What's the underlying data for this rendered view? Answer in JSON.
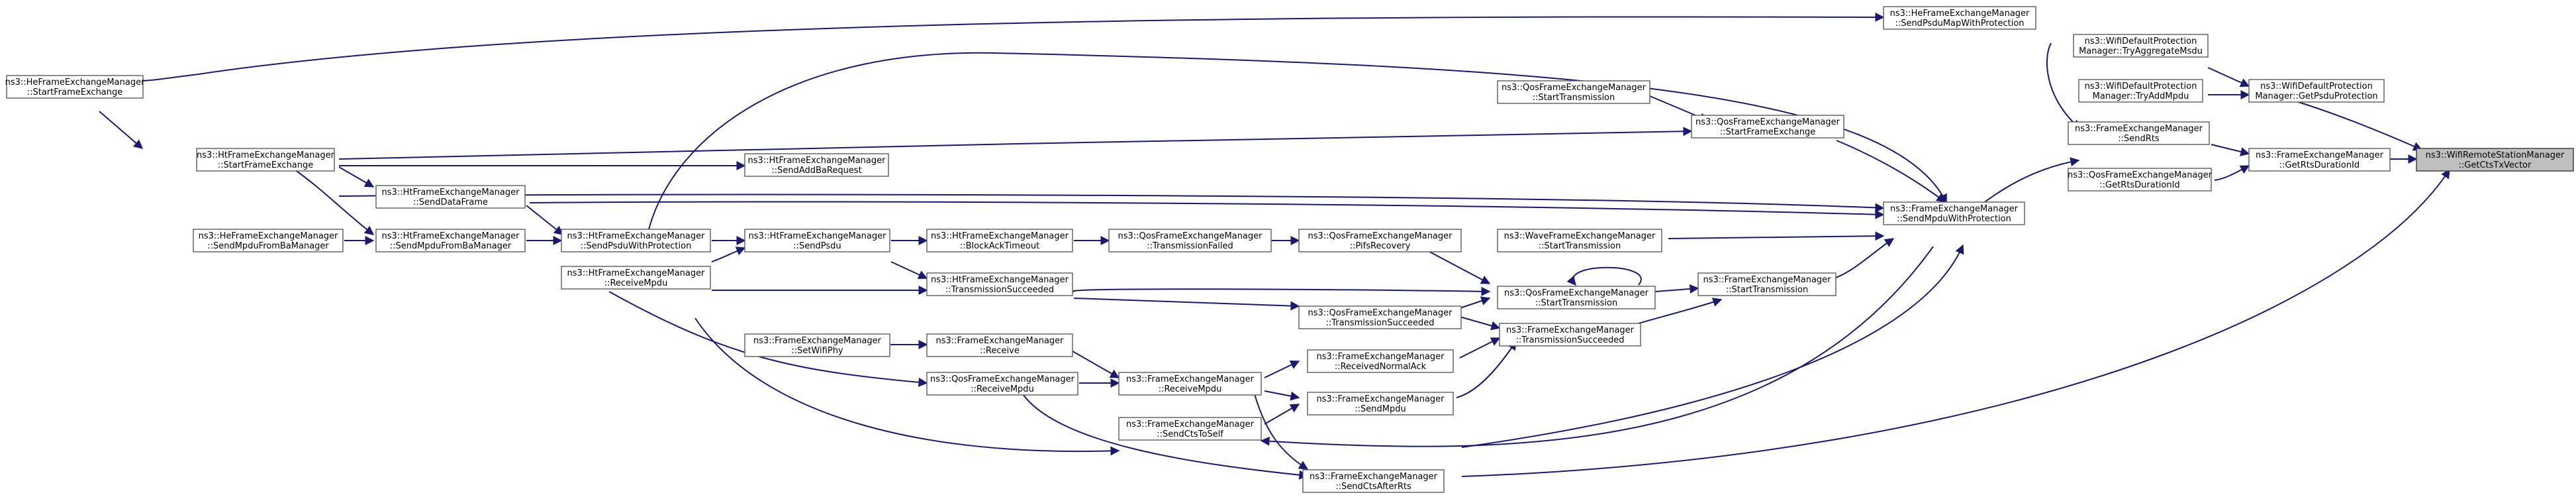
{
  "colors": {
    "edge": "#191970",
    "root_fill": "#bfbfbf",
    "node_fill": "#ffffff",
    "node_border": "#666666"
  },
  "nodes": [
    {
      "id": "root",
      "l1": "ns3::WifiRemoteStationManager",
      "l2": "::GetCtsTxVector",
      "root": true
    },
    {
      "id": "getPsduProt",
      "l1": "ns3::WifiDefaultProtection",
      "l2": "Manager::GetPsduProtection"
    },
    {
      "id": "getRtsDur",
      "l1": "ns3::FrameExchangeManager",
      "l2": "::GetRtsDurationId"
    },
    {
      "id": "sendCtsAfterRts",
      "l1": "ns3::FrameExchangeManager",
      "l2": "::SendCtsAfterRts"
    },
    {
      "id": "tryAggMsdu",
      "l1": "ns3::WifiDefaultProtection",
      "l2": "Manager::TryAggregateMsdu"
    },
    {
      "id": "tryAddMpdu",
      "l1": "ns3::WifiDefaultProtection",
      "l2": "Manager::TryAddMpdu"
    },
    {
      "id": "sendRts",
      "l1": "ns3::FrameExchangeManager",
      "l2": "::SendRts"
    },
    {
      "id": "qosGetRtsDur",
      "l1": "ns3::QosFrameExchangeManager",
      "l2": "::GetRtsDurationId"
    },
    {
      "id": "sendMpduWP",
      "l1": "ns3::FrameExchangeManager",
      "l2": "::SendMpduWithProtection"
    },
    {
      "id": "heSendPsduMapWP",
      "l1": "ns3::HeFrameExchangeManager",
      "l2": "::SendPsduMapWithProtection"
    },
    {
      "id": "heStartFE",
      "l1": "ns3::HeFrameExchangeManager",
      "l2": "::StartFrameExchange"
    },
    {
      "id": "htStartFE",
      "l1": "ns3::HtFrameExchangeManager",
      "l2": "::StartFrameExchange"
    },
    {
      "id": "qosStartTx",
      "l1": "ns3::QosFrameExchangeManager",
      "l2": "::StartTransmission"
    },
    {
      "id": "qosStartFE",
      "l1": "ns3::QosFrameExchangeManager",
      "l2": "::StartFrameExchange"
    },
    {
      "id": "htSendAddBa",
      "l1": "ns3::HtFrameExchangeManager",
      "l2": "::SendAddBaRequest"
    },
    {
      "id": "htSendDataFrame",
      "l1": "ns3::HtFrameExchangeManager",
      "l2": "::SendDataFrame"
    },
    {
      "id": "heSendMpduFromBa",
      "l1": "ns3::HeFrameExchangeManager",
      "l2": "::SendMpduFromBaManager"
    },
    {
      "id": "htSendMpduFromBa",
      "l1": "ns3::HtFrameExchangeManager",
      "l2": "::SendMpduFromBaManager"
    },
    {
      "id": "htSendPsduWP",
      "l1": "ns3::HtFrameExchangeManager",
      "l2": "::SendPsduWithProtection"
    },
    {
      "id": "htSendPsdu",
      "l1": "ns3::HtFrameExchangeManager",
      "l2": "::SendPsdu"
    },
    {
      "id": "htBlockAckTimeout",
      "l1": "ns3::HtFrameExchangeManager",
      "l2": "::BlockAckTimeout"
    },
    {
      "id": "qosTxFailed",
      "l1": "ns3::QosFrameExchangeManager",
      "l2": "::TransmissionFailed"
    },
    {
      "id": "qosPifsRecovery",
      "l1": "ns3::QosFrameExchangeManager",
      "l2": "::PifsRecovery"
    },
    {
      "id": "waveStartTx",
      "l1": "ns3::WaveFrameExchangeManager",
      "l2": "::StartTransmission"
    },
    {
      "id": "qosStartTx2",
      "l1": "ns3::QosFrameExchangeManager",
      "l2": "::StartTransmission"
    },
    {
      "id": "feStartTx",
      "l1": "ns3::FrameExchangeManager",
      "l2": "::StartTransmission"
    },
    {
      "id": "htReceiveMpdu",
      "l1": "ns3::HtFrameExchangeManager",
      "l2": "::ReceiveMpdu"
    },
    {
      "id": "htTxSucceeded",
      "l1": "ns3::HtFrameExchangeManager",
      "l2": "::TransmissionSucceeded"
    },
    {
      "id": "qosTxSucceeded",
      "l1": "ns3::QosFrameExchangeManager",
      "l2": "::TransmissionSucceeded"
    },
    {
      "id": "feTxSucceeded",
      "l1": "ns3::FrameExchangeManager",
      "l2": "::TransmissionSucceeded"
    },
    {
      "id": "feSetWifiPhy",
      "l1": "ns3::FrameExchangeManager",
      "l2": "::SetWifiPhy"
    },
    {
      "id": "feReceive",
      "l1": "ns3::FrameExchangeManager",
      "l2": "::Receive"
    },
    {
      "id": "feRecvNormalAck",
      "l1": "ns3::FrameExchangeManager",
      "l2": "::ReceivedNormalAck"
    },
    {
      "id": "qosReceiveMpdu",
      "l1": "ns3::QosFrameExchangeManager",
      "l2": "::ReceiveMpdu"
    },
    {
      "id": "feReceiveMpdu",
      "l1": "ns3::FrameExchangeManager",
      "l2": "::ReceiveMpdu"
    },
    {
      "id": "feSendMpdu",
      "l1": "ns3::FrameExchangeManager",
      "l2": "::SendMpdu"
    },
    {
      "id": "feSendCtsToSelf",
      "l1": "ns3::FrameExchangeManager",
      "l2": "::SendCtsToSelf"
    }
  ]
}
